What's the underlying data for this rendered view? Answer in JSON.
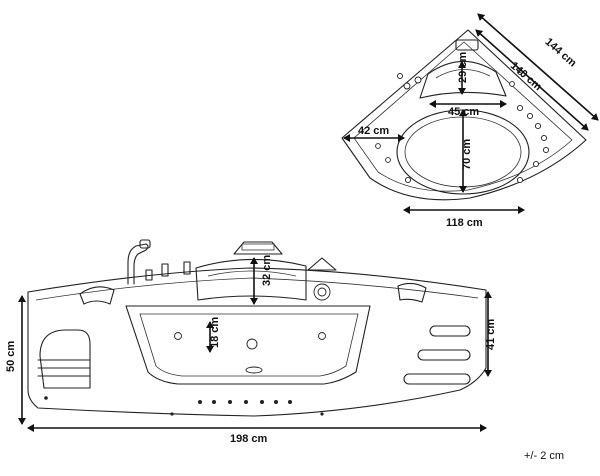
{
  "top_view": {
    "outer_diagonal": "144 cm",
    "inner_diagonal": "140 cm",
    "pillow_height": "29 cm",
    "pillow_width": "45 cm",
    "side_ledge": "42 cm",
    "basin_length": "70 cm",
    "basin_width": "118 cm"
  },
  "front_view": {
    "backrest_height": "32 cm",
    "step_height": "18 cm",
    "total_height": "50 cm",
    "front_height": "41 cm",
    "total_width": "198 cm"
  },
  "tolerance": "+/- 2 cm"
}
